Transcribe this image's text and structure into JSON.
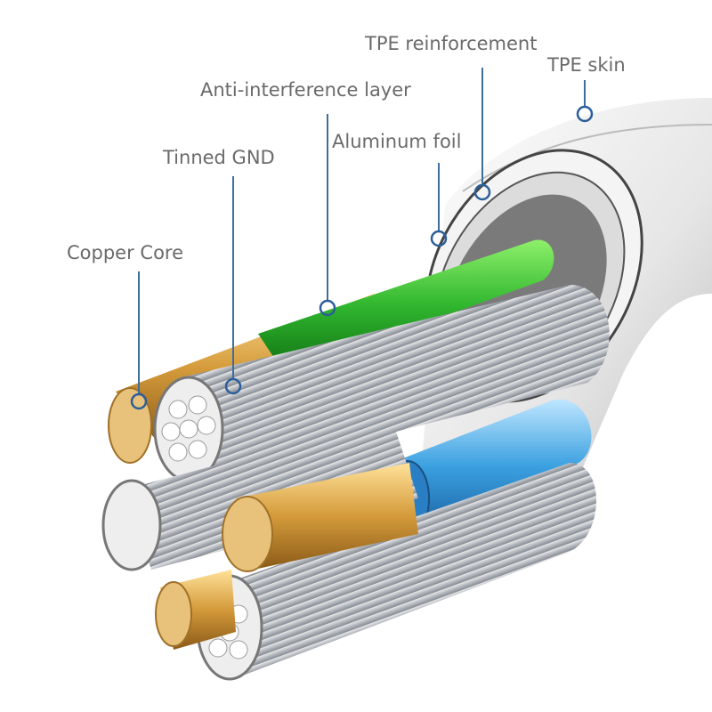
{
  "labels": {
    "tpe_reinforcement": "TPE reinforcement",
    "tpe_skin": "TPE skin",
    "anti_interference": "Anti-interference layer",
    "aluminum_foil": "Aluminum foil",
    "tinned_gnd": "Tinned GND",
    "copper_core": "Copper Core"
  },
  "colors": {
    "leader_line": "#3f6d9c",
    "green_wire": "#3cc43a",
    "blue_wire": "#3aa0e0",
    "copper": "#d9a84a",
    "silver": "#c9ccd0",
    "jacket": "#eeeeee"
  }
}
